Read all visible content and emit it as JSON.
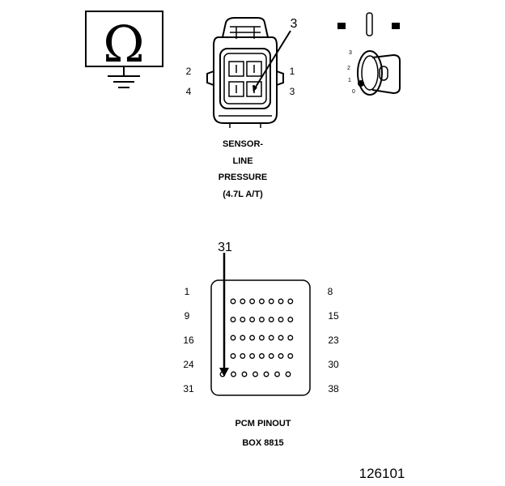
{
  "ohmmeter": {
    "symbol": "Ω"
  },
  "sensor_connector": {
    "callout": "3",
    "pins": {
      "left_top": "2",
      "left_bottom": "4",
      "right_top": "1",
      "right_bottom": "3"
    },
    "caption": [
      "SENSOR-",
      "LINE",
      "PRESSURE",
      "(4.7L A/T)"
    ]
  },
  "ignition_key": {
    "positions": [
      "3",
      "2",
      "1",
      "0"
    ]
  },
  "pcm_connector": {
    "callout": "31",
    "left_pins": [
      "1",
      "9",
      "16",
      "24",
      "31"
    ],
    "right_pins": [
      "8",
      "15",
      "23",
      "30",
      "38"
    ],
    "caption": [
      "PCM PINOUT",
      "BOX 8815"
    ]
  },
  "figure_number": "126101"
}
